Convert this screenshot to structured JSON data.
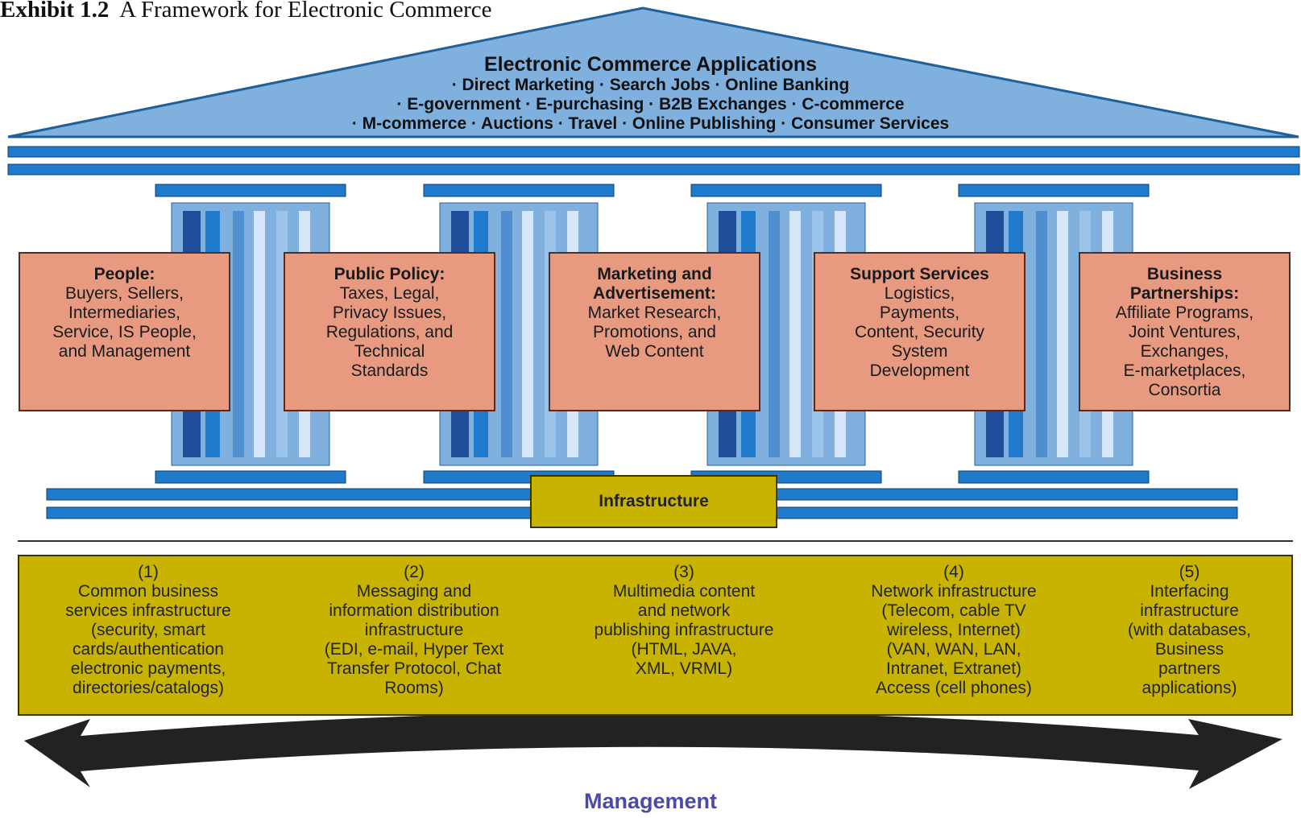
{
  "caption": {
    "label": "Exhibit 1.2",
    "title": "A Framework for Electronic Commerce"
  },
  "roof": {
    "title": "Electronic Commerce Applications",
    "lines": [
      "· Direct Marketing · Search Jobs · Online Banking",
      "· E-government · E-purchasing · B2B Exchanges · C-commerce",
      "· M-commerce · Auctions · Travel · Online Publishing · Consumer Services"
    ]
  },
  "pillars": [
    {
      "title": "People:",
      "lines": [
        "Buyers, Sellers,",
        "Intermediaries,",
        "Service, IS People,",
        "and Management"
      ]
    },
    {
      "title": "Public Policy:",
      "lines": [
        "Taxes, Legal,",
        "Privacy Issues,",
        "Regulations, and",
        "Technical",
        "Standards"
      ]
    },
    {
      "title": "Marketing and Advertisement:",
      "lines": [
        "Market Research,",
        "Promotions, and",
        "Web Content"
      ]
    },
    {
      "title": "Support Services",
      "lines": [
        "Logistics,",
        "Payments,",
        "Content, Security",
        "System",
        "Development"
      ]
    },
    {
      "title": "Business Partnerships:",
      "lines": [
        "Affiliate Programs,",
        "Joint Ventures,",
        "Exchanges,",
        "E-marketplaces,",
        "Consortia"
      ]
    }
  ],
  "infrastructure_label": "Infrastructure",
  "infrastructure_items": [
    {
      "num": "(1)",
      "lines": [
        "Common business",
        "services infrastructure",
        "(security, smart",
        "cards/authentication",
        "electronic payments,",
        "directories/catalogs)"
      ]
    },
    {
      "num": "(2)",
      "lines": [
        "Messaging and",
        "information distribution",
        "infrastructure",
        "(EDI, e-mail, Hyper Text",
        "Transfer Protocol, Chat",
        "Rooms)"
      ]
    },
    {
      "num": "(3)",
      "lines": [
        "Multimedia content",
        "and network",
        "publishing infrastructure",
        "(HTML, JAVA,",
        "XML, VRML)"
      ]
    },
    {
      "num": "(4)",
      "lines": [
        "Network infrastructure",
        "(Telecom, cable TV",
        "wireless, Internet)",
        "(VAN, WAN, LAN,",
        "Intranet, Extranet)",
        "Access (cell phones)"
      ]
    },
    {
      "num": "(5)",
      "lines": [
        "Interfacing",
        "infrastructure",
        "(with databases,",
        "Business",
        "partners",
        "applications)"
      ]
    }
  ],
  "management_label": "Management",
  "colors": {
    "roof": "#7fb0de",
    "bar": "#1f7acc",
    "pillar": "#e89a80",
    "base": "#c8b400",
    "arrow": "#222222",
    "management": "#4a4aa8"
  }
}
